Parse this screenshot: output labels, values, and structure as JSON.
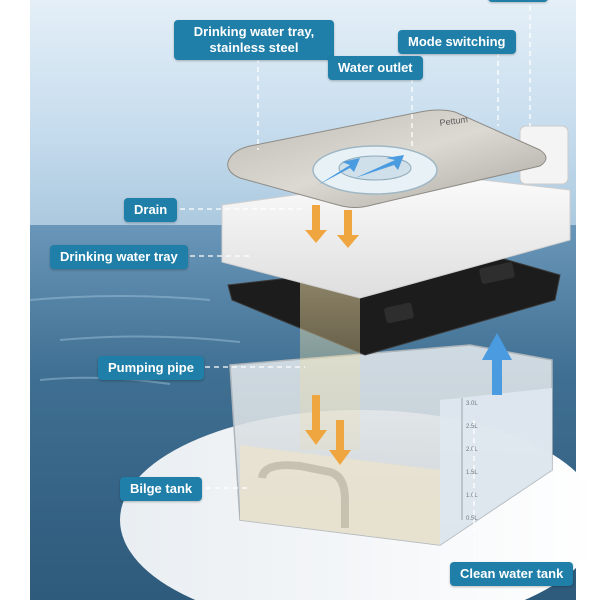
{
  "image": {
    "subject": "pet water fountain exploded view",
    "colors": {
      "callout_bg": "#1f7fa8",
      "callout_text": "#ffffff",
      "arrow_orange": "#f0a640",
      "arrow_blue": "#4a9be0",
      "sea": "#3d6f92",
      "sky": "#cfe3f1"
    }
  },
  "labels": {
    "top_partial": "",
    "drinking_tray_steel_line1": "Drinking water tray,",
    "drinking_tray_steel_line2": "stainless steel",
    "mode_switching": "Mode switching",
    "water_outlet": "Water outlet",
    "drain": "Drain",
    "drinking_water_tray": "Drinking water tray",
    "pumping_pipe": "Pumping pipe",
    "bilge_tank": "Bilge tank",
    "clean_water_tank": "Clean water tank"
  },
  "product": {
    "brand_mark": "Pettum",
    "tank_scale": [
      "3.0L",
      "2.5L",
      "2.0L",
      "1.5L",
      "1.0L",
      "0.5L"
    ]
  }
}
